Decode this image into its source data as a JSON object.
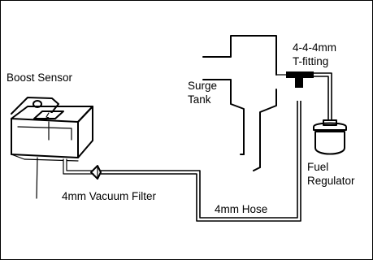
{
  "labels": {
    "boost_sensor": "Boost Sensor",
    "surge_tank_line1": "Surge",
    "surge_tank_line2": "Tank",
    "t_fitting_line1": "4-4-4mm",
    "t_fitting_line2": "T-fitting",
    "fuel_regulator_line1": "Fuel",
    "fuel_regulator_line2": "Regulator",
    "vacuum_filter": "4mm Vacuum Filter",
    "hose": "4mm Hose"
  }
}
